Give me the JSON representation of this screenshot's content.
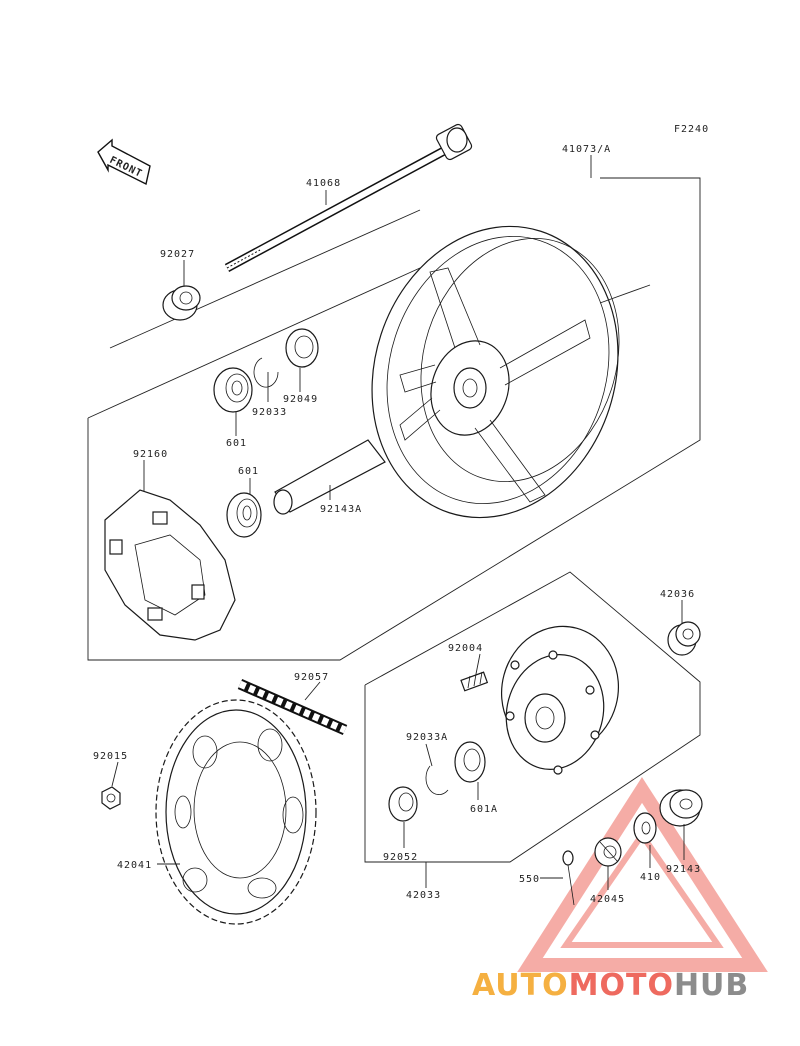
{
  "diagram": {
    "code": "F2240",
    "front_label": "FRONT",
    "parts": [
      {
        "id": "41068"
      },
      {
        "id": "41073/A"
      },
      {
        "id": "92027"
      },
      {
        "id": "92049"
      },
      {
        "id": "92033"
      },
      {
        "id": "601"
      },
      {
        "id": "601"
      },
      {
        "id": "92160"
      },
      {
        "id": "92143A"
      },
      {
        "id": "42036"
      },
      {
        "id": "92004"
      },
      {
        "id": "92057"
      },
      {
        "id": "92033A"
      },
      {
        "id": "92015"
      },
      {
        "id": "601A"
      },
      {
        "id": "92052"
      },
      {
        "id": "42041"
      },
      {
        "id": "42033"
      },
      {
        "id": "550"
      },
      {
        "id": "42045"
      },
      {
        "id": "410"
      },
      {
        "id": "92143"
      }
    ]
  },
  "watermark": {
    "part1": "AUTO",
    "part2": "MOTO",
    "part3": "HUB",
    "color1": "#f5b041",
    "color2": "#ee6a5f",
    "color3": "#8c8c8c"
  }
}
